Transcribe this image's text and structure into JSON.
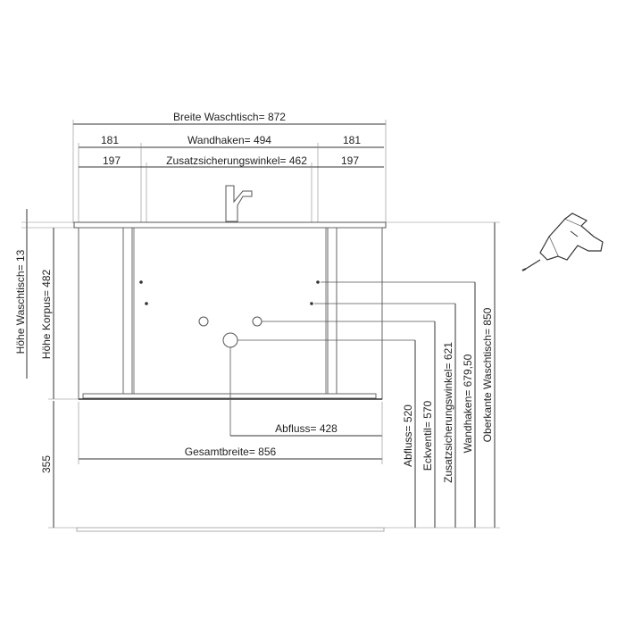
{
  "dimensions": {
    "breite_waschtisch": "Breite Waschtisch= 872",
    "left_181": "181",
    "wandhaken_494": "Wandhaken=  494",
    "right_181": "181",
    "left_197": "197",
    "zusatz_462": "Zusatzsicherungswinkel= 462",
    "right_197": "197",
    "hoehe_waschtisch": "Höhe Waschtisch= 13",
    "hoehe_korpus": "Höhe Korpus= 482",
    "bottom_355": "355",
    "abfluss_428": "Abfluss= 428",
    "gesamtbreite": "Gesamtbreite= 856",
    "abfluss_520": "Abfluss= 520",
    "eckventil_570": "Eckventil= 570",
    "zusatz_621": "Zusatzsicherungswinkel= 621",
    "wandhaken_679": "Wandhaken= 679,50",
    "oberkante_850": "Oberkante Waschtisch= 850"
  },
  "icons": {
    "drill": "cordless-drill-icon",
    "faucet": "faucet-icon"
  }
}
